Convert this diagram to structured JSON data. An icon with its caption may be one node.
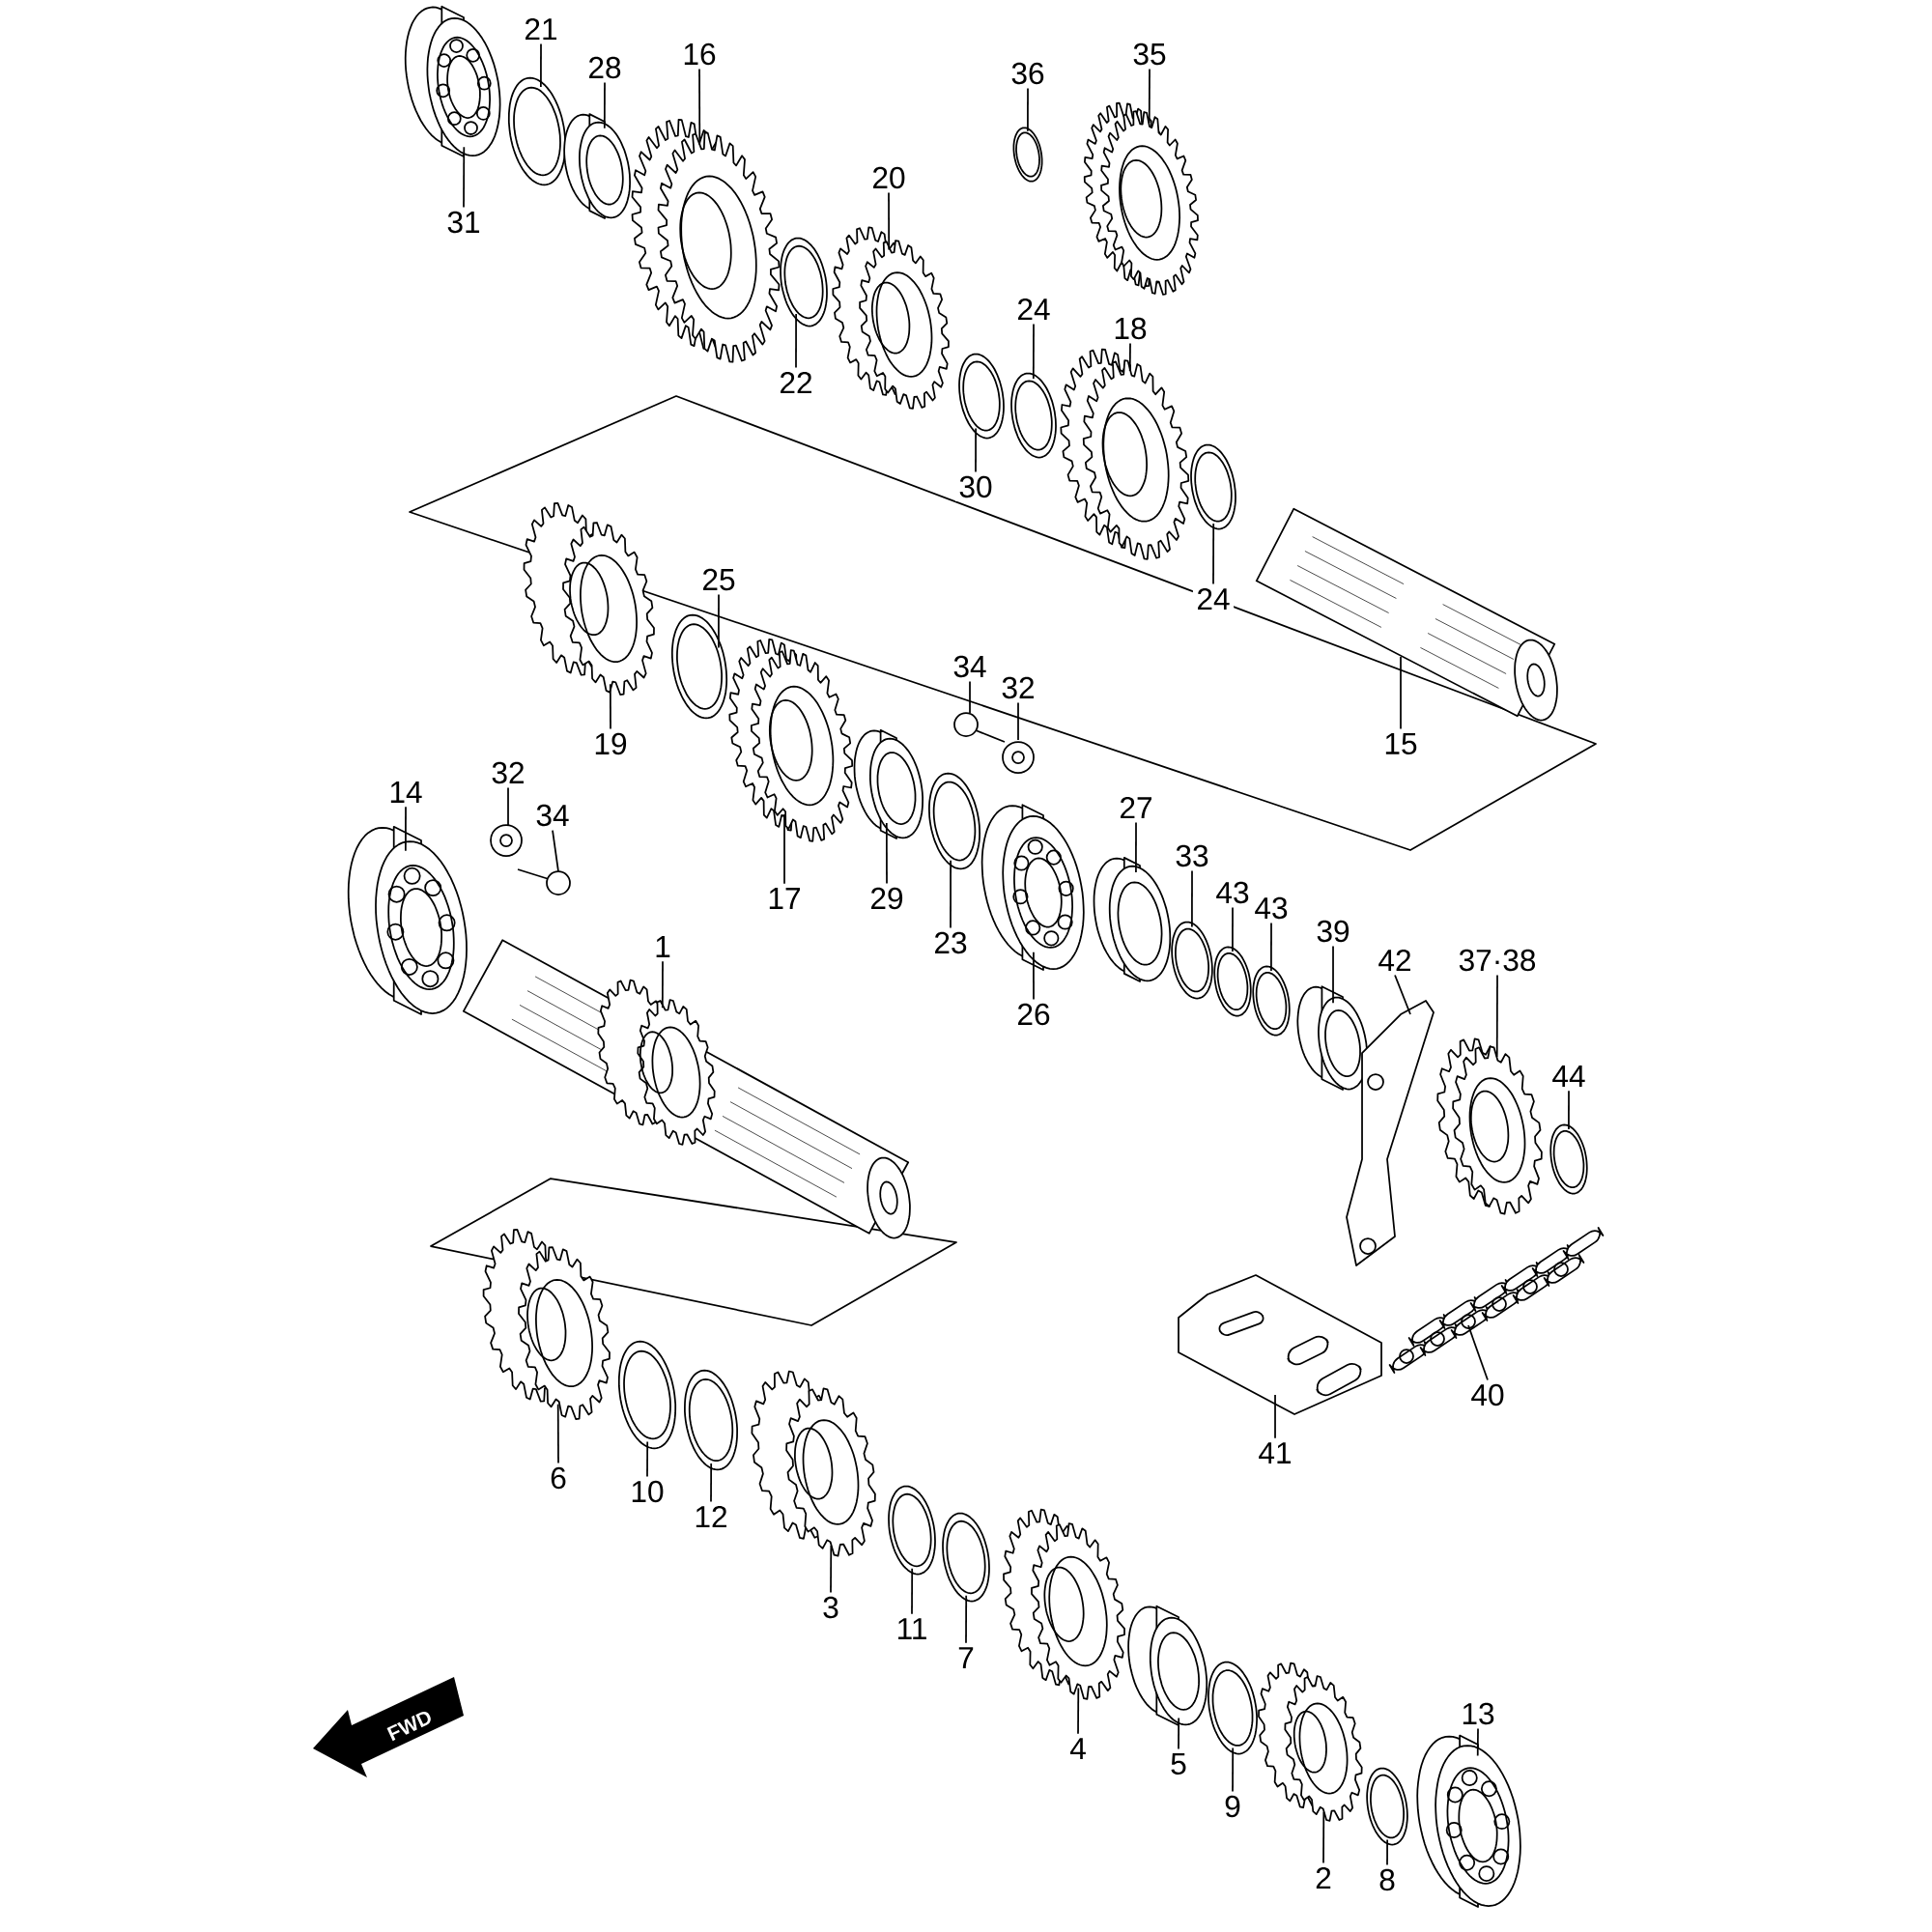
{
  "diagram": {
    "nodes": [
      {
        "text": [
          "21"
        ]
      },
      {
        "text": [
          "16"
        ]
      },
      {
        "text": [
          "35"
        ]
      },
      {
        "text": [
          "28"
        ]
      },
      {
        "text": [
          "36"
        ]
      },
      {
        "text": [
          "20"
        ]
      },
      {
        "text": [
          "31"
        ]
      },
      {
        "text": [
          "24"
        ]
      },
      {
        "text": [
          "18"
        ]
      },
      {
        "text": [
          "22"
        ]
      },
      {
        "text": [
          "30"
        ]
      },
      {
        "text": [
          "25"
        ]
      },
      {
        "text": [
          "24"
        ]
      },
      {
        "text": [
          "34"
        ]
      },
      {
        "text": [
          "32"
        ]
      },
      {
        "text": [
          "15"
        ]
      },
      {
        "text": [
          "19"
        ]
      },
      {
        "text": [
          "32"
        ]
      },
      {
        "text": [
          "14"
        ]
      },
      {
        "text": [
          "27"
        ]
      },
      {
        "text": [
          "34"
        ]
      },
      {
        "text": [
          "33"
        ]
      },
      {
        "text": [
          "43"
        ]
      },
      {
        "text": [
          "17"
        ]
      },
      {
        "text": [
          "29"
        ]
      },
      {
        "text": [
          "43"
        ]
      },
      {
        "text": [
          "39"
        ]
      },
      {
        "text": [
          "23"
        ]
      },
      {
        "text": [
          "1"
        ]
      },
      {
        "text": [
          "42"
        ]
      },
      {
        "text": [
          "37·38"
        ]
      },
      {
        "text": [
          "26"
        ]
      },
      {
        "text": [
          "44"
        ]
      },
      {
        "text": [
          "40"
        ]
      },
      {
        "text": [
          "41"
        ]
      },
      {
        "text": [
          "6"
        ]
      },
      {
        "text": [
          "10"
        ]
      },
      {
        "text": [
          "12"
        ]
      },
      {
        "text": [
          "3"
        ]
      },
      {
        "text": [
          "11"
        ]
      },
      {
        "text": [
          "7"
        ]
      },
      {
        "text": [
          "13"
        ]
      },
      {
        "text": [
          "4"
        ]
      },
      {
        "text": [
          "5"
        ]
      },
      {
        "text": [
          "9"
        ]
      },
      {
        "text": [
          "2"
        ]
      },
      {
        "text": [
          "8"
        ]
      },
      {
        "text": [],
        "shape": "picture"
      },
      {
        "text": [],
        "shape": "picture"
      },
      {
        "text": [],
        "shape": "picture"
      },
      {
        "text": [],
        "shape": "picture"
      },
      {
        "text": [],
        "shape": "picture"
      },
      {
        "text": [],
        "shape": "picture"
      },
      {
        "text": [],
        "shape": "picture"
      },
      {
        "text": [],
        "shape": "picture"
      },
      {
        "text": [],
        "shape": "picture"
      },
      {
        "text": [],
        "shape": "picture"
      },
      {
        "text": [],
        "shape": "picture"
      },
      {
        "text": [],
        "shape": "picture"
      },
      {
        "text": [],
        "shape": "picture"
      },
      {
        "text": [],
        "shape": "picture"
      },
      {
        "text": [],
        "shape": "picture"
      },
      {
        "text": [],
        "shape": "picture"
      },
      {
        "text": [],
        "shape": "picture"
      },
      {
        "text": [],
        "shape": "picture"
      },
      {
        "text": [],
        "shape": "picture"
      },
      {
        "text": [],
        "shape": "picture"
      },
      {
        "text": [],
        "shape": "picture"
      },
      {
        "text": [],
        "shape": "picture"
      },
      {
        "text": [],
        "shape": "picture"
      },
      {
        "text": [],
        "shape": "picture"
      },
      {
        "text": [],
        "shape": "picture"
      },
      {
        "text": [],
        "shape": "picture"
      },
      {
        "text": [],
        "shape": "picture"
      },
      {
        "text": [],
        "shape": "picture"
      },
      {
        "text": [],
        "shape": "picture"
      },
      {
        "text": [],
        "shape": "picture"
      },
      {
        "text": [],
        "shape": "picture"
      },
      {
        "text": [],
        "shape": "picture"
      },
      {
        "text": [],
        "shape": "picture"
      },
      {
        "text": [],
        "shape": "picture"
      },
      {
        "text": [],
        "shape": "picture"
      },
      {
        "text": [],
        "shape": "picture"
      },
      {
        "text": [],
        "shape": "picture"
      },
      {
        "text": [],
        "shape": "picture"
      },
      {
        "text": [],
        "shape": "picture"
      },
      {
        "text": [],
        "shape": "picture"
      },
      {
        "text": [],
        "shape": "picture"
      },
      {
        "text": [],
        "shape": "picture"
      },
      {
        "text": [],
        "shape": "picture"
      },
      {
        "text": [],
        "shape": "picture"
      },
      {
        "text": [],
        "shape": "picture"
      },
      {
        "text": [],
        "shape": "picture"
      },
      {
        "text": [],
        "shape": "picture"
      }
    ],
    "edges": [
      {
        "from": 0,
        "to": 47,
        "arrow": "none"
      },
      {
        "from": 1,
        "to": 48,
        "arrow": "none"
      },
      {
        "from": 2,
        "to": 49,
        "arrow": "none"
      },
      {
        "from": 3,
        "to": 50,
        "arrow": "none"
      },
      {
        "from": 4,
        "to": 51,
        "arrow": "none"
      },
      {
        "from": 5,
        "to": 52,
        "arrow": "none"
      },
      {
        "from": 6,
        "to": 53,
        "arrow": "none"
      },
      {
        "from": 7,
        "to": 54,
        "arrow": "none"
      },
      {
        "from": 8,
        "to": 55,
        "arrow": "none"
      },
      {
        "from": 9,
        "to": 56,
        "arrow": "none"
      },
      {
        "from": 10,
        "to": 57,
        "arrow": "none"
      },
      {
        "from": 11,
        "to": 58,
        "arrow": "none"
      },
      {
        "from": 12,
        "to": 59,
        "arrow": "none"
      },
      {
        "from": 13,
        "to": 60,
        "arrow": "none"
      },
      {
        "from": 14,
        "to": 61,
        "arrow": "none"
      },
      {
        "from": 15,
        "to": 62,
        "arrow": "none"
      },
      {
        "from": 16,
        "to": 63,
        "arrow": "none"
      },
      {
        "from": 17,
        "to": 64,
        "arrow": "none"
      },
      {
        "from": 18,
        "to": 65,
        "arrow": "none"
      },
      {
        "from": 19,
        "to": 66,
        "arrow": "none"
      },
      {
        "from": 20,
        "to": 67,
        "arrow": "none"
      },
      {
        "from": 21,
        "to": 68,
        "arrow": "none"
      },
      {
        "from": 22,
        "to": 69,
        "arrow": "none"
      },
      {
        "from": 23,
        "to": 70,
        "arrow": "none"
      },
      {
        "from": 24,
        "to": 71,
        "arrow": "none"
      },
      {
        "from": 25,
        "to": 72,
        "arrow": "none"
      },
      {
        "from": 26,
        "to": 73,
        "arrow": "none"
      },
      {
        "from": 27,
        "to": 74,
        "arrow": "none"
      },
      {
        "from": 28,
        "to": 75,
        "arrow": "none"
      },
      {
        "from": 29,
        "to": 76,
        "arrow": "none"
      },
      {
        "from": 30,
        "to": 77,
        "arrow": "none"
      },
      {
        "from": 31,
        "to": 78,
        "arrow": "none"
      },
      {
        "from": 32,
        "to": 79,
        "arrow": "none"
      },
      {
        "from": 33,
        "to": 80,
        "arrow": "none"
      },
      {
        "from": 34,
        "to": 81,
        "arrow": "none"
      },
      {
        "from": 35,
        "to": 82,
        "arrow": "none"
      },
      {
        "from": 36,
        "to": 83,
        "arrow": "none"
      },
      {
        "from": 37,
        "to": 84,
        "arrow": "none"
      },
      {
        "from": 38,
        "to": 85,
        "arrow": "none"
      },
      {
        "from": 39,
        "to": 86,
        "arrow": "none"
      },
      {
        "from": 40,
        "to": 87,
        "arrow": "none"
      },
      {
        "from": 41,
        "to": 88,
        "arrow": "none"
      },
      {
        "from": 42,
        "to": 89,
        "arrow": "none"
      },
      {
        "from": 43,
        "to": 90,
        "arrow": "none"
      },
      {
        "from": 44,
        "to": 91,
        "arrow": "none"
      },
      {
        "from": 45,
        "to": 92,
        "arrow": "none"
      },
      {
        "from": 46,
        "to": 93,
        "arrow": "none"
      }
    ],
    "labels": [
      "FWD"
    ]
  }
}
